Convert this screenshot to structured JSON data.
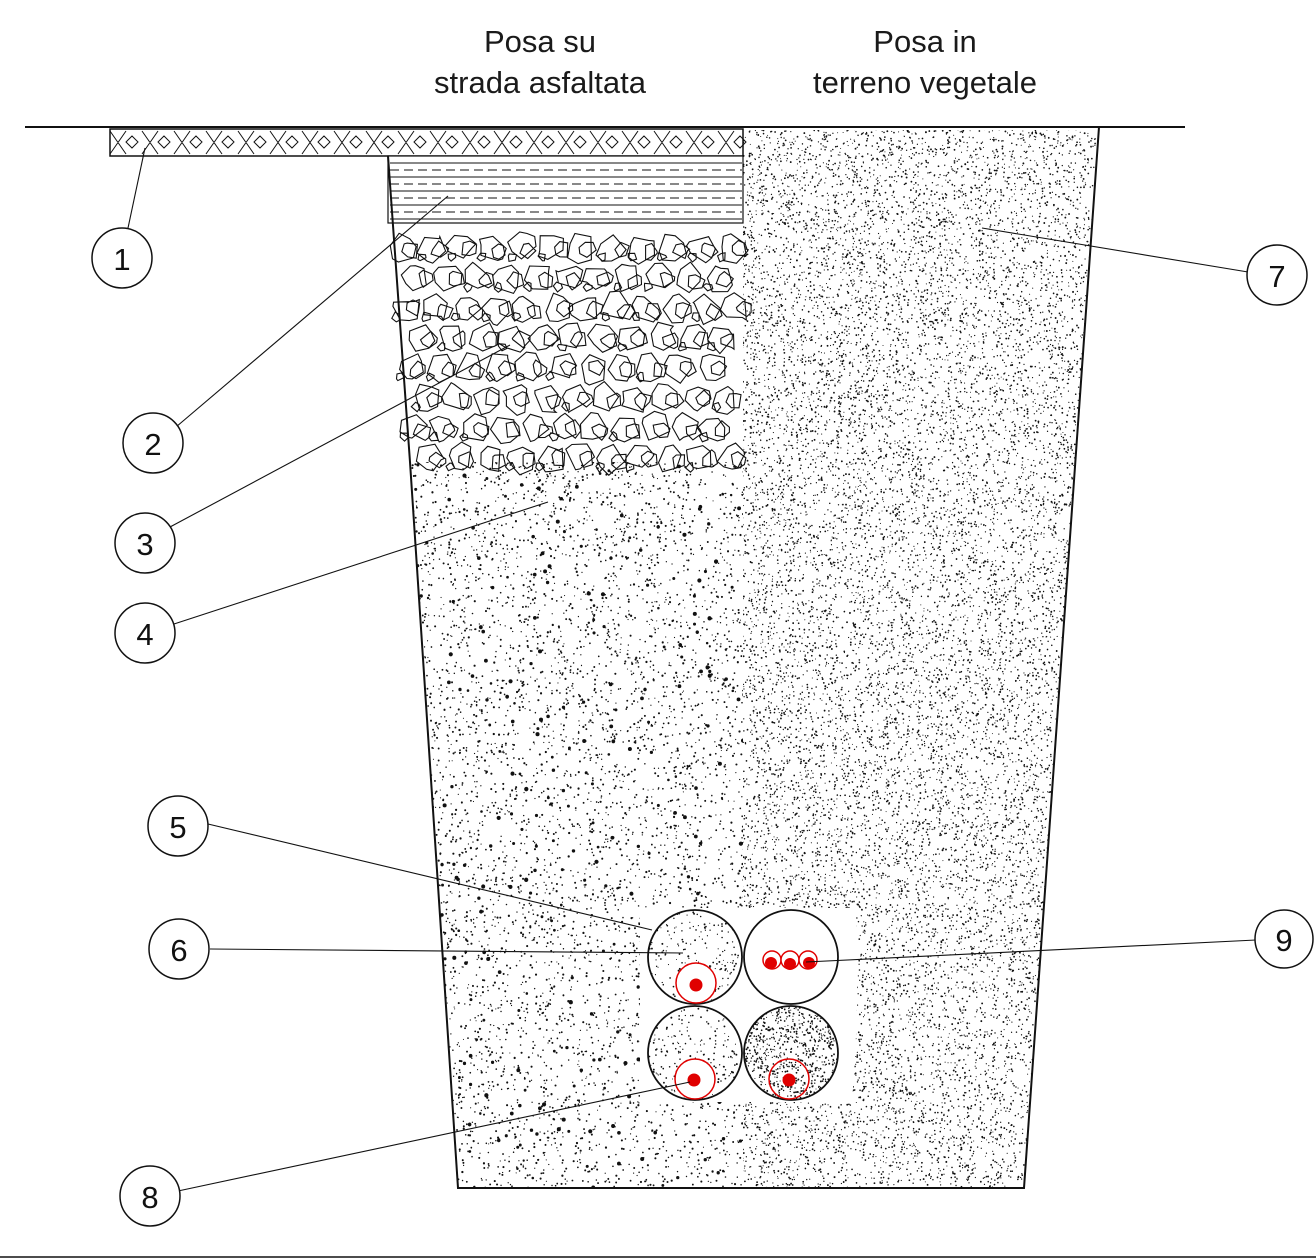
{
  "headings": {
    "left_line1": "Posa su",
    "left_line2": "strada asfaltata",
    "right_line1": "Posa in",
    "right_line2": "terreno vegetale"
  },
  "callouts": [
    {
      "id": "1",
      "label": "1"
    },
    {
      "id": "2",
      "label": "2"
    },
    {
      "id": "3",
      "label": "3"
    },
    {
      "id": "4",
      "label": "4"
    },
    {
      "id": "5",
      "label": "5"
    },
    {
      "id": "6",
      "label": "6"
    },
    {
      "id": "7",
      "label": "7"
    },
    {
      "id": "8",
      "label": "8"
    },
    {
      "id": "9",
      "label": "9"
    }
  ],
  "colors": {
    "line": "#111111",
    "cable": "#e00000",
    "background": "#ffffff"
  }
}
